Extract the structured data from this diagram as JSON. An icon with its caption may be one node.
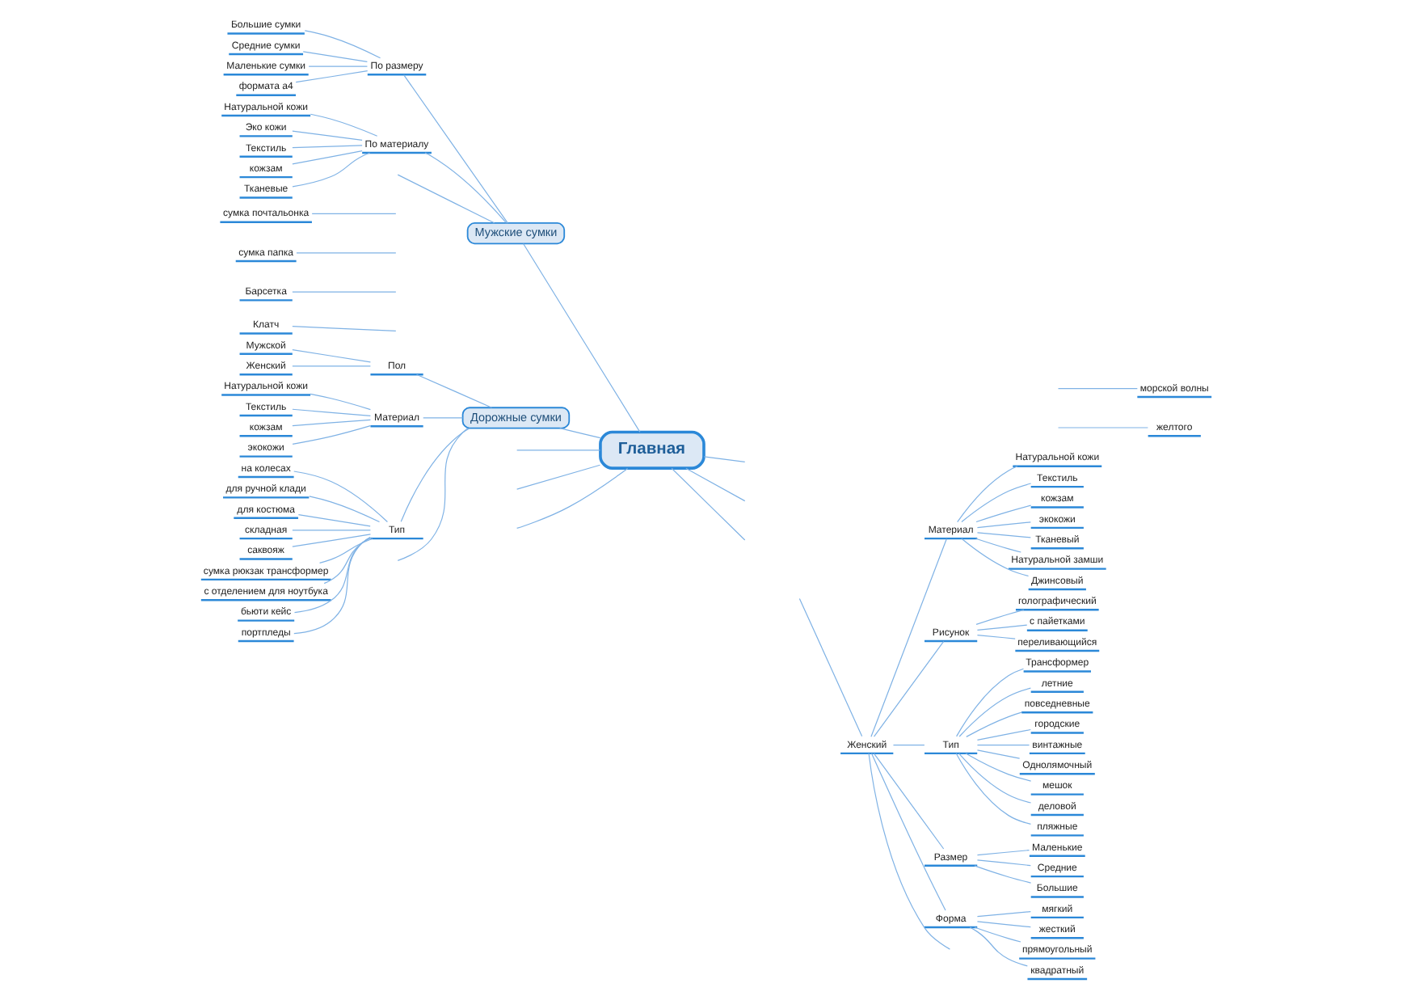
{
  "diagram": {
    "nodes": [
      {
        "text": [
          "Главная"
        ]
      },
      {
        "text": [
          "Мужские сумки"
        ]
      },
      {
        "text": [
          "сумка почтальонка"
        ]
      },
      {
        "text": [
          "сумка папка"
        ]
      },
      {
        "text": [
          "Барсетка"
        ]
      },
      {
        "text": [
          "Клатч"
        ]
      },
      {
        "text": [
          "По размеру"
        ]
      },
      {
        "text": [
          "Большие сумки"
        ]
      },
      {
        "text": [
          "Средние сумки"
        ]
      },
      {
        "text": [
          "Маленькие сумки"
        ]
      },
      {
        "text": [
          "формата а4"
        ]
      },
      {
        "text": [
          "По материалу"
        ]
      },
      {
        "text": [
          "Натуральной кожи"
        ]
      },
      {
        "text": [
          "Эко кожи"
        ]
      },
      {
        "text": [
          "Текстиль"
        ]
      },
      {
        "text": [
          "кожзам"
        ]
      },
      {
        "text": [
          "Тканевые"
        ]
      },
      {
        "text": [
          "Дорожные сумки"
        ]
      },
      {
        "text": [
          "Пол"
        ]
      },
      {
        "text": [
          "Мужской"
        ]
      },
      {
        "text": [
          "Женский"
        ]
      },
      {
        "text": [
          "Материал"
        ]
      },
      {
        "text": [
          "Натуральной кожи"
        ]
      },
      {
        "text": [
          "Текстиль"
        ]
      },
      {
        "text": [
          "кожзам"
        ]
      },
      {
        "text": [
          "экокожи"
        ]
      },
      {
        "text": [
          "Тип"
        ]
      },
      {
        "text": [
          "на колесах"
        ]
      },
      {
        "text": [
          "для ручной клади"
        ]
      },
      {
        "text": [
          "для костюма"
        ]
      },
      {
        "text": [
          "складная"
        ]
      },
      {
        "text": [
          "саквояж"
        ]
      },
      {
        "text": [
          "сумка рюкзак трансформер"
        ]
      },
      {
        "text": [
          "с отделением для ноутбука"
        ]
      },
      {
        "text": [
          "бьюти кейс"
        ]
      },
      {
        "text": [
          "портпледы"
        ]
      },
      {
        "text": [
          "морской волны"
        ]
      },
      {
        "text": [
          "желтого"
        ]
      },
      {
        "text": [
          "Женский"
        ]
      },
      {
        "text": [
          "Материал"
        ]
      },
      {
        "text": [
          "Натуральной кожи"
        ]
      },
      {
        "text": [
          "Текстиль"
        ]
      },
      {
        "text": [
          "кожзам"
        ]
      },
      {
        "text": [
          "экокожи"
        ]
      },
      {
        "text": [
          "Тканевый"
        ]
      },
      {
        "text": [
          "Натуральной замши"
        ]
      },
      {
        "text": [
          "Джинсовый"
        ]
      },
      {
        "text": [
          "Рисунок"
        ]
      },
      {
        "text": [
          "голографический"
        ]
      },
      {
        "text": [
          "с пайетками"
        ]
      },
      {
        "text": [
          "переливающийся"
        ]
      },
      {
        "text": [
          "Тип"
        ]
      },
      {
        "text": [
          "Трансформер"
        ]
      },
      {
        "text": [
          "летние"
        ]
      },
      {
        "text": [
          "повседневные"
        ]
      },
      {
        "text": [
          "городские"
        ]
      },
      {
        "text": [
          "винтажные"
        ]
      },
      {
        "text": [
          "Однолямочный"
        ]
      },
      {
        "text": [
          "мешок"
        ]
      },
      {
        "text": [
          "деловой"
        ]
      },
      {
        "text": [
          "пляжные"
        ]
      },
      {
        "text": [
          "Размер"
        ]
      },
      {
        "text": [
          "Маленькие"
        ]
      },
      {
        "text": [
          "Средние"
        ]
      },
      {
        "text": [
          "Большие"
        ]
      },
      {
        "text": [
          "Форма"
        ]
      },
      {
        "text": [
          "мягкий"
        ]
      },
      {
        "text": [
          "жесткий"
        ]
      },
      {
        "text": [
          "прямоугольный"
        ]
      },
      {
        "text": [
          "квадратный"
        ]
      }
    ],
    "edges": [
      {
        "from": 0,
        "to": 1,
        "arrow": "none"
      },
      {
        "from": 0,
        "to": 17,
        "arrow": "none"
      },
      {
        "from": 1,
        "to": null,
        "arrow": "none"
      },
      {
        "from": 1,
        "to": 6,
        "arrow": "none"
      },
      {
        "from": 1,
        "to": 11,
        "arrow": "none"
      },
      {
        "from": null,
        "to": 2,
        "arrow": "none"
      },
      {
        "from": null,
        "to": 3,
        "arrow": "none"
      },
      {
        "from": null,
        "to": 4,
        "arrow": "none"
      },
      {
        "from": null,
        "to": 5,
        "arrow": "none"
      },
      {
        "from": 6,
        "to": 7,
        "arrow": "none"
      },
      {
        "from": 6,
        "to": 8,
        "arrow": "none"
      },
      {
        "from": 6,
        "to": 9,
        "arrow": "none"
      },
      {
        "from": 6,
        "to": 10,
        "arrow": "none"
      },
      {
        "from": 11,
        "to": 12,
        "arrow": "none"
      },
      {
        "from": 11,
        "to": 13,
        "arrow": "none"
      },
      {
        "from": 11,
        "to": 14,
        "arrow": "none"
      },
      {
        "from": 11,
        "to": 15,
        "arrow": "none"
      },
      {
        "from": 11,
        "to": 16,
        "arrow": "none"
      },
      {
        "from": 17,
        "to": 18,
        "arrow": "none"
      },
      {
        "from": 17,
        "to": 21,
        "arrow": "none"
      },
      {
        "from": 17,
        "to": 26,
        "arrow": "none"
      },
      {
        "from": 17,
        "to": null,
        "arrow": "none"
      },
      {
        "from": 18,
        "to": 19,
        "arrow": "none"
      },
      {
        "from": 18,
        "to": 20,
        "arrow": "none"
      },
      {
        "from": 21,
        "to": 22,
        "arrow": "none"
      },
      {
        "from": 21,
        "to": 23,
        "arrow": "none"
      },
      {
        "from": 21,
        "to": 24,
        "arrow": "none"
      },
      {
        "from": 21,
        "to": 25,
        "arrow": "none"
      },
      {
        "from": 26,
        "to": 27,
        "arrow": "none"
      },
      {
        "from": 26,
        "to": 28,
        "arrow": "none"
      },
      {
        "from": 26,
        "to": 29,
        "arrow": "none"
      },
      {
        "from": 26,
        "to": 30,
        "arrow": "none"
      },
      {
        "from": 26,
        "to": 31,
        "arrow": "none"
      },
      {
        "from": 26,
        "to": 32,
        "arrow": "none"
      },
      {
        "from": 26,
        "to": 33,
        "arrow": "none"
      },
      {
        "from": 26,
        "to": 34,
        "arrow": "none"
      },
      {
        "from": 26,
        "to": 35,
        "arrow": "none"
      },
      {
        "from": null,
        "to": 36,
        "arrow": "none"
      },
      {
        "from": null,
        "to": 37,
        "arrow": "none"
      },
      {
        "from": null,
        "to": 38,
        "arrow": "none"
      },
      {
        "from": 38,
        "to": 39,
        "arrow": "none"
      },
      {
        "from": 38,
        "to": 47,
        "arrow": "none"
      },
      {
        "from": 38,
        "to": 51,
        "arrow": "none"
      },
      {
        "from": 38,
        "to": 61,
        "arrow": "none"
      },
      {
        "from": 38,
        "to": 65,
        "arrow": "none"
      },
      {
        "from": 38,
        "to": null,
        "arrow": "none"
      },
      {
        "from": 39,
        "to": 40,
        "arrow": "none"
      },
      {
        "from": 39,
        "to": 41,
        "arrow": "none"
      },
      {
        "from": 39,
        "to": 42,
        "arrow": "none"
      },
      {
        "from": 39,
        "to": 43,
        "arrow": "none"
      },
      {
        "from": 39,
        "to": 44,
        "arrow": "none"
      },
      {
        "from": 39,
        "to": 45,
        "arrow": "none"
      },
      {
        "from": 39,
        "to": 46,
        "arrow": "none"
      },
      {
        "from": 47,
        "to": 48,
        "arrow": "none"
      },
      {
        "from": 47,
        "to": 49,
        "arrow": "none"
      },
      {
        "from": 47,
        "to": 50,
        "arrow": "none"
      },
      {
        "from": 51,
        "to": 52,
        "arrow": "none"
      },
      {
        "from": 51,
        "to": 53,
        "arrow": "none"
      },
      {
        "from": 51,
        "to": 54,
        "arrow": "none"
      },
      {
        "from": 51,
        "to": 55,
        "arrow": "none"
      },
      {
        "from": 51,
        "to": 56,
        "arrow": "none"
      },
      {
        "from": 51,
        "to": 57,
        "arrow": "none"
      },
      {
        "from": 51,
        "to": 58,
        "arrow": "none"
      },
      {
        "from": 51,
        "to": 59,
        "arrow": "none"
      },
      {
        "from": 51,
        "to": 60,
        "arrow": "none"
      },
      {
        "from": 61,
        "to": 62,
        "arrow": "none"
      },
      {
        "from": 61,
        "to": 63,
        "arrow": "none"
      },
      {
        "from": 61,
        "to": 64,
        "arrow": "none"
      },
      {
        "from": 65,
        "to": 66,
        "arrow": "none"
      },
      {
        "from": 65,
        "to": 67,
        "arrow": "none"
      },
      {
        "from": 65,
        "to": 68,
        "arrow": "none"
      },
      {
        "from": 65,
        "to": 69,
        "arrow": "none"
      },
      {
        "from": 0,
        "to": null,
        "arrow": "none"
      },
      {
        "from": 0,
        "to": null,
        "arrow": "none"
      },
      {
        "from": 0,
        "to": null,
        "arrow": "none"
      },
      {
        "from": 0,
        "to": null,
        "arrow": "none"
      },
      {
        "from": 0,
        "to": null,
        "arrow": "none"
      },
      {
        "from": 0,
        "to": null,
        "arrow": "none"
      }
    ]
  }
}
